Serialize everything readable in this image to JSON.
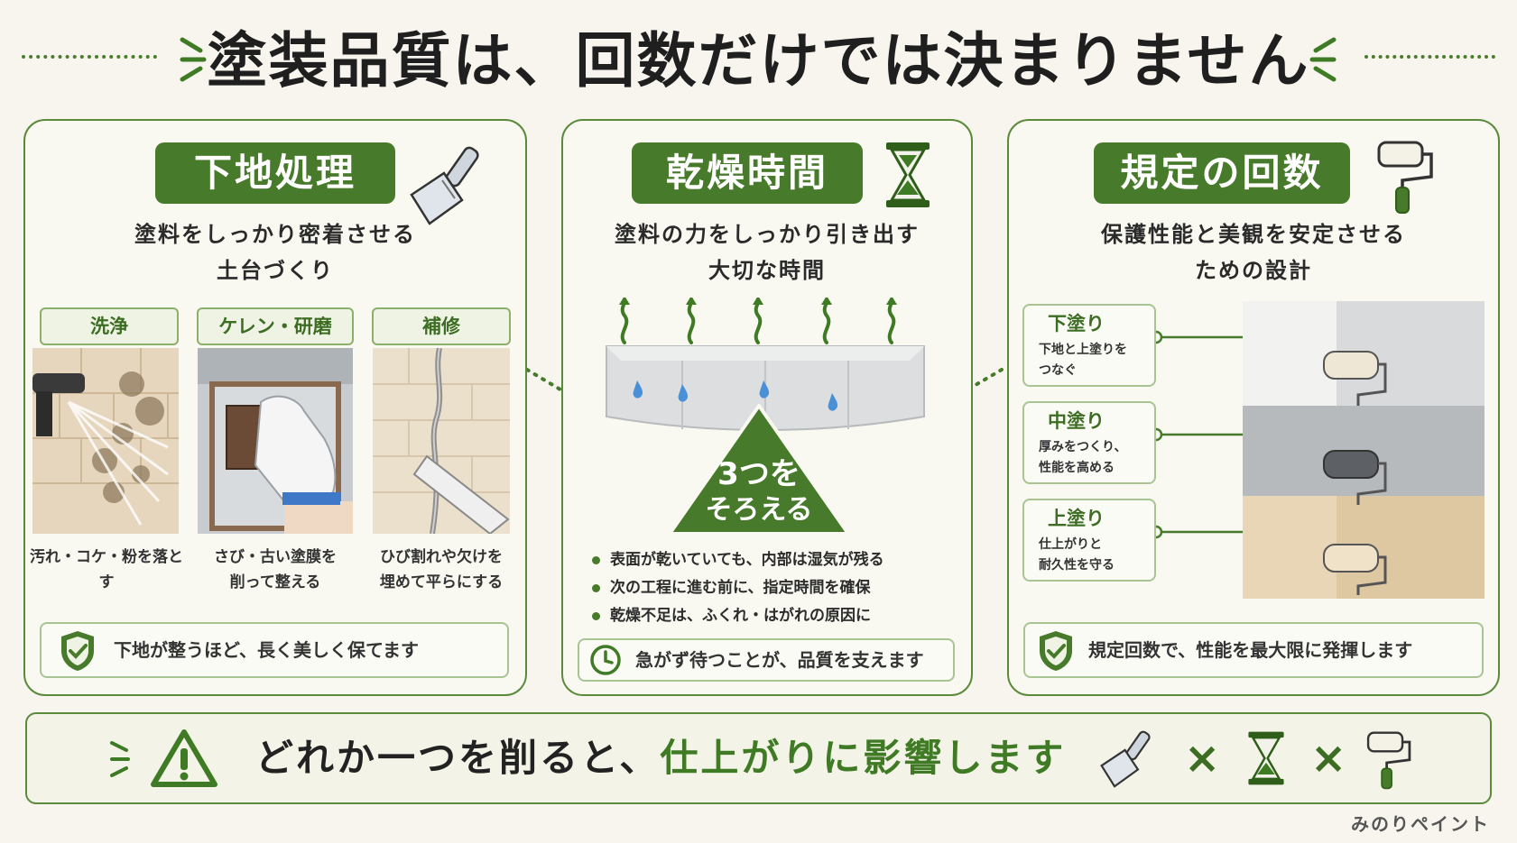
{
  "title": "塗装品質は、回数だけでは決まりません",
  "center_badge": {
    "line1": "3つを",
    "line2": "そろえる"
  },
  "panels": [
    {
      "heading": "下地処理",
      "subtitle_line1": "塗料をしっかり密着させる",
      "subtitle_line2": "土台づくり",
      "methods": [
        {
          "label": "洗浄",
          "desc_line1": "汚れ・コケ・粉を落とす",
          "desc_line2": ""
        },
        {
          "label": "ケレン・研磨",
          "desc_line1": "さび・古い塗膜を",
          "desc_line2": "削って整える"
        },
        {
          "label": "補修",
          "desc_line1": "ひび割れや欠けを",
          "desc_line2": "埋めて平らにする"
        }
      ],
      "footer": "下地が整うほど、長く美しく保てます"
    },
    {
      "heading": "乾燥時間",
      "subtitle_line1": "塗料の力をしっかり引き出す",
      "subtitle_line2": "大切な時間",
      "bullets": [
        "表面が乾いていても、内部は湿気が残る",
        "次の工程に進む前に、指定時間を確保",
        "乾燥不足は、ふくれ・はがれの原因に"
      ],
      "footer": "急がず待つことが、品質を支えます"
    },
    {
      "heading": "規定の回数",
      "subtitle_line1": "保護性能と美観を安定させる",
      "subtitle_line2": "ための設計",
      "coats": [
        {
          "label": "下塗り",
          "desc_line1": "下地と上塗りを",
          "desc_line2": "つなぐ"
        },
        {
          "label": "中塗り",
          "desc_line1": "厚みをつくり、",
          "desc_line2": "性能を高める"
        },
        {
          "label": "上塗り",
          "desc_line1": "仕上がりと",
          "desc_line2": "耐久性を守る"
        }
      ],
      "footer": "規定回数で、性能を最大限に発揮します"
    }
  ],
  "bottom": {
    "text_main": "どれか一つを削ると、",
    "text_highlight": "仕上がりに影響します",
    "times1": "×",
    "times2": "×"
  },
  "brand": "みのりペイント",
  "colors": {
    "accent": "#477a2a",
    "border": "#5c8a3c",
    "background": "#f7f5ee"
  }
}
